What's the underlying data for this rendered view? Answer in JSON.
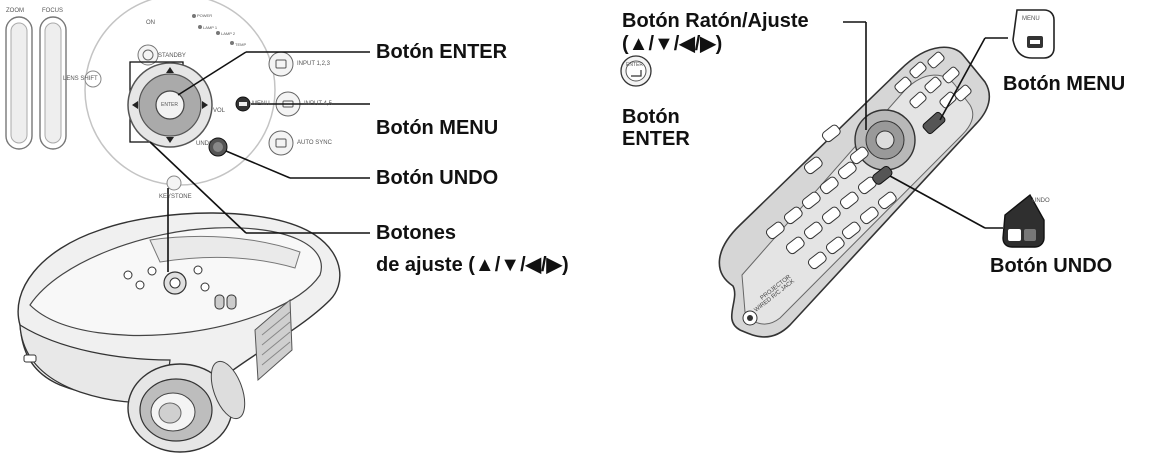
{
  "left_labels": {
    "enter": "Botón ENTER",
    "menu": "Botón MENU",
    "undo": "Botón UNDO",
    "adjust_line1": "Botones",
    "adjust_line2": "de ajuste (▲/▼/◀/▶)"
  },
  "right_labels": {
    "mouse_adjust_line1": "Botón Ratón/Ajuste",
    "mouse_adjust_line2": "(▲/▼/◀/▶)",
    "enter_line1": "Botón",
    "enter_line2": "ENTER",
    "menu": "Botón MENU",
    "undo": "Botón UNDO"
  },
  "panel_text": {
    "on": "ON",
    "standby": "STANDBY",
    "power": "POWER",
    "lamp1": "LAMP 1",
    "lamp2": "LAMP 2",
    "temp": "TEMP",
    "zoom": "ZOOM",
    "focus": "FOCUS",
    "lens_shift": "LENS SHIFT",
    "input123": "INPUT 1,2,3",
    "input45": "INPUT 4,5",
    "auto_sync": "AUTO SYNC",
    "menu": "MENU",
    "undo": "UNDO",
    "enter": "ENTER",
    "keystone": "KEYSTONE",
    "vol": "VOL"
  },
  "remote_text": {
    "projector": "PROJECTOR",
    "wired": "WIRED R/C JACK",
    "undo": "UNDO",
    "menu": "MENU",
    "enter": "ENTER"
  },
  "colors": {
    "gray_panel": "#d9d9d9",
    "dark_ring": "#9a9a9a",
    "remote_body": "#cfcfcf",
    "projector_body": "#eeeeee"
  }
}
